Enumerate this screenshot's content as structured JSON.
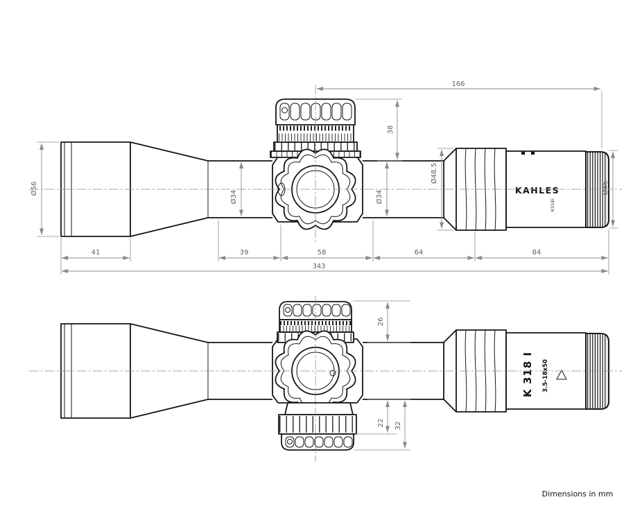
{
  "note": "Dimensions in mm",
  "branding": {
    "brand": "KAHLES",
    "model_small": "K318i",
    "model": "K 318 I",
    "magnification": "3.5-18x50"
  },
  "side_view": {
    "length_total": "343",
    "length_rear": "166",
    "turret_height": "38",
    "objective_length": "41",
    "seg_a": "39",
    "seg_b": "58",
    "seg_c": "64",
    "seg_d": "84",
    "objective_diameter": "Ø56",
    "tube_diameter_front": "Ø34",
    "tube_diameter_rear": "Ø34",
    "ocular_diameter": "Ø48.5",
    "eyepiece_diameter": "Ø46"
  },
  "top_view": {
    "windage_height": "26",
    "dial_height_inner": "22",
    "dial_height_outer": "32"
  }
}
